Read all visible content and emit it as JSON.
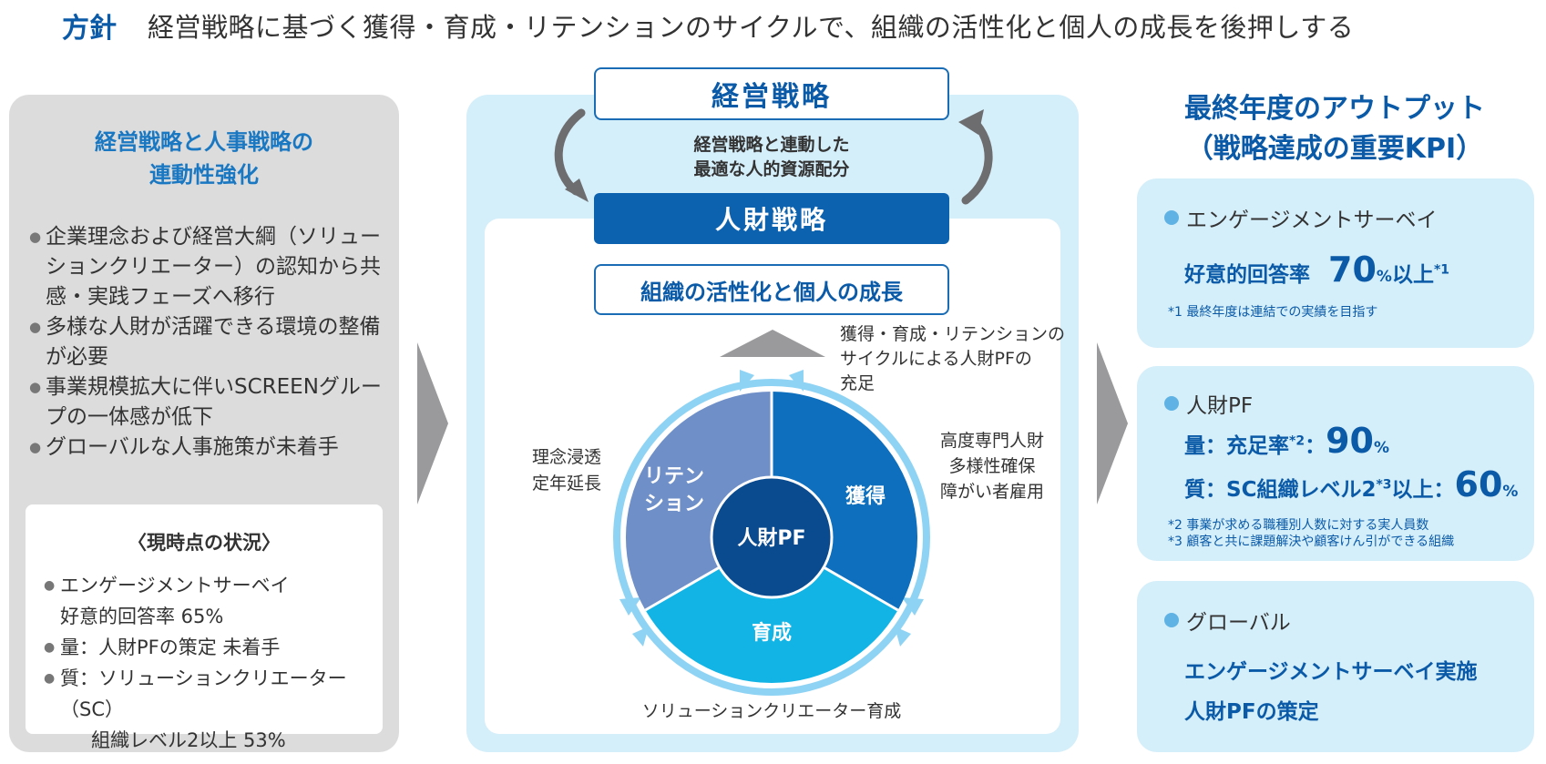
{
  "header": {
    "label": "方針",
    "text": "経営戦略に基づく獲得・育成・リテンションのサイクルで、組織の活性化と個人の成長を後押しする"
  },
  "left": {
    "title_line1": "経営戦略と人事戦略の",
    "title_line2": "連動性強化",
    "bullets": [
      "企業理念および経営大綱（ソリューションクリエーター）の認知から共感・実践フェーズへ移行",
      "多様な人財が活躍できる環境の整備が必要",
      "事業規模拡大に伴いSCREENグループの一体感が低下",
      "グローバルな人事施策が未着手"
    ],
    "status": {
      "title": "〈現時点の状況〉",
      "item1_line1": "エンゲージメントサーベイ",
      "item1_line2": "好意的回答率 65%",
      "item2": "量：人財PFの策定 未着手",
      "item3_line1": "質：ソリューションクリエーター（SC）",
      "item3_line2": "組織レベル2以上 53%"
    }
  },
  "center": {
    "strategy": "経営戦略",
    "link_line1": "経営戦略と連動した",
    "link_line2": "最適な人的資源配分",
    "hr_strategy": "人財戦略",
    "org_growth": "組織の活性化と個人の成長",
    "cycle_note_line1": "獲得・育成・リテンションの",
    "cycle_note_line2": "サイクルによる人財PFの",
    "cycle_note_line3": "充足",
    "left_ann_line1": "理念浸透",
    "left_ann_line2": "定年延長",
    "right_ann_line1": "高度専門人財",
    "right_ann_line2": "多様性確保",
    "right_ann_line3": "障がい者雇用",
    "bottom_ann": "ソリューションクリエーター育成",
    "seg_retention_line1": "リテン",
    "seg_retention_line2": "ション",
    "seg_acquire": "獲得",
    "seg_develop": "育成",
    "core": "人財PF",
    "colors": {
      "retention": "#6f8fc8",
      "acquire": "#0d6fbd",
      "develop": "#12b4e6",
      "core": "#0a4a8e",
      "ring": "#8fd3f4"
    }
  },
  "right": {
    "title_line1": "最終年度のアウトプット",
    "title_line2": "（戦略達成の重要KPI）",
    "kpi1": {
      "head": "エンゲージメントサーベイ",
      "prefix": "好意的回答率",
      "value": "70",
      "unit": "%",
      "suffix": "以上",
      "sup": "*1",
      "note": "*1 最終年度は連結での実績を目指す"
    },
    "kpi2": {
      "head": "人財PF",
      "q_prefix": "量：充足率",
      "q_sup": "*2",
      "q_colon": "：",
      "q_value": "90",
      "q_unit": "%",
      "s_prefix": "質：SC組織レベル2",
      "s_sup": "*3",
      "s_mid": "以上：",
      "s_value": "60",
      "s_unit": "%",
      "note1": "*2 事業が求める職種別人数に対する実人員数",
      "note2": "*3 顧客と共に課題解決や顧客けん引ができる組織"
    },
    "kpi3": {
      "head": "グローバル",
      "line1": "エンゲージメントサーベイ実施",
      "line2": "人財PFの策定"
    }
  }
}
